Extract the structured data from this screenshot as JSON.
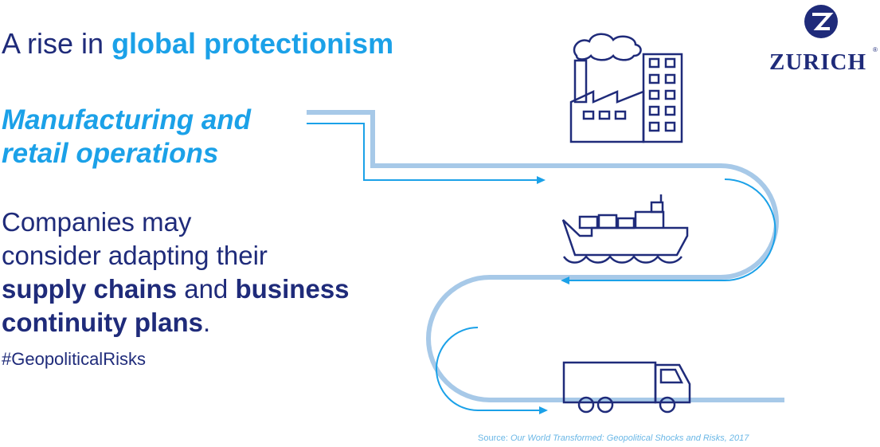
{
  "headline": {
    "plain": "A rise in ",
    "highlight": "global protectionism"
  },
  "subhead": {
    "line1": "Manufacturing and",
    "line2": "retail operations"
  },
  "body": {
    "line1": "Companies may",
    "line2": "consider adapting their",
    "bold1": "supply chains",
    "and": " and ",
    "bold2": "business",
    "bold3": "continuity plans",
    "period": "."
  },
  "hashtag": "#GeopoliticalRisks",
  "source": {
    "label": "Source: ",
    "title": "Our World Transformed: Geopolitical Shocks and Risks, 2017"
  },
  "logo": {
    "wordmark": "ZURICH",
    "registered": "®"
  },
  "colors": {
    "navy": "#1f2b7a",
    "cyan": "#1ba1e8",
    "path": "#a7c9e8"
  },
  "icons": [
    "factory-icon",
    "ship-icon",
    "truck-icon",
    "zurich-z-icon"
  ]
}
